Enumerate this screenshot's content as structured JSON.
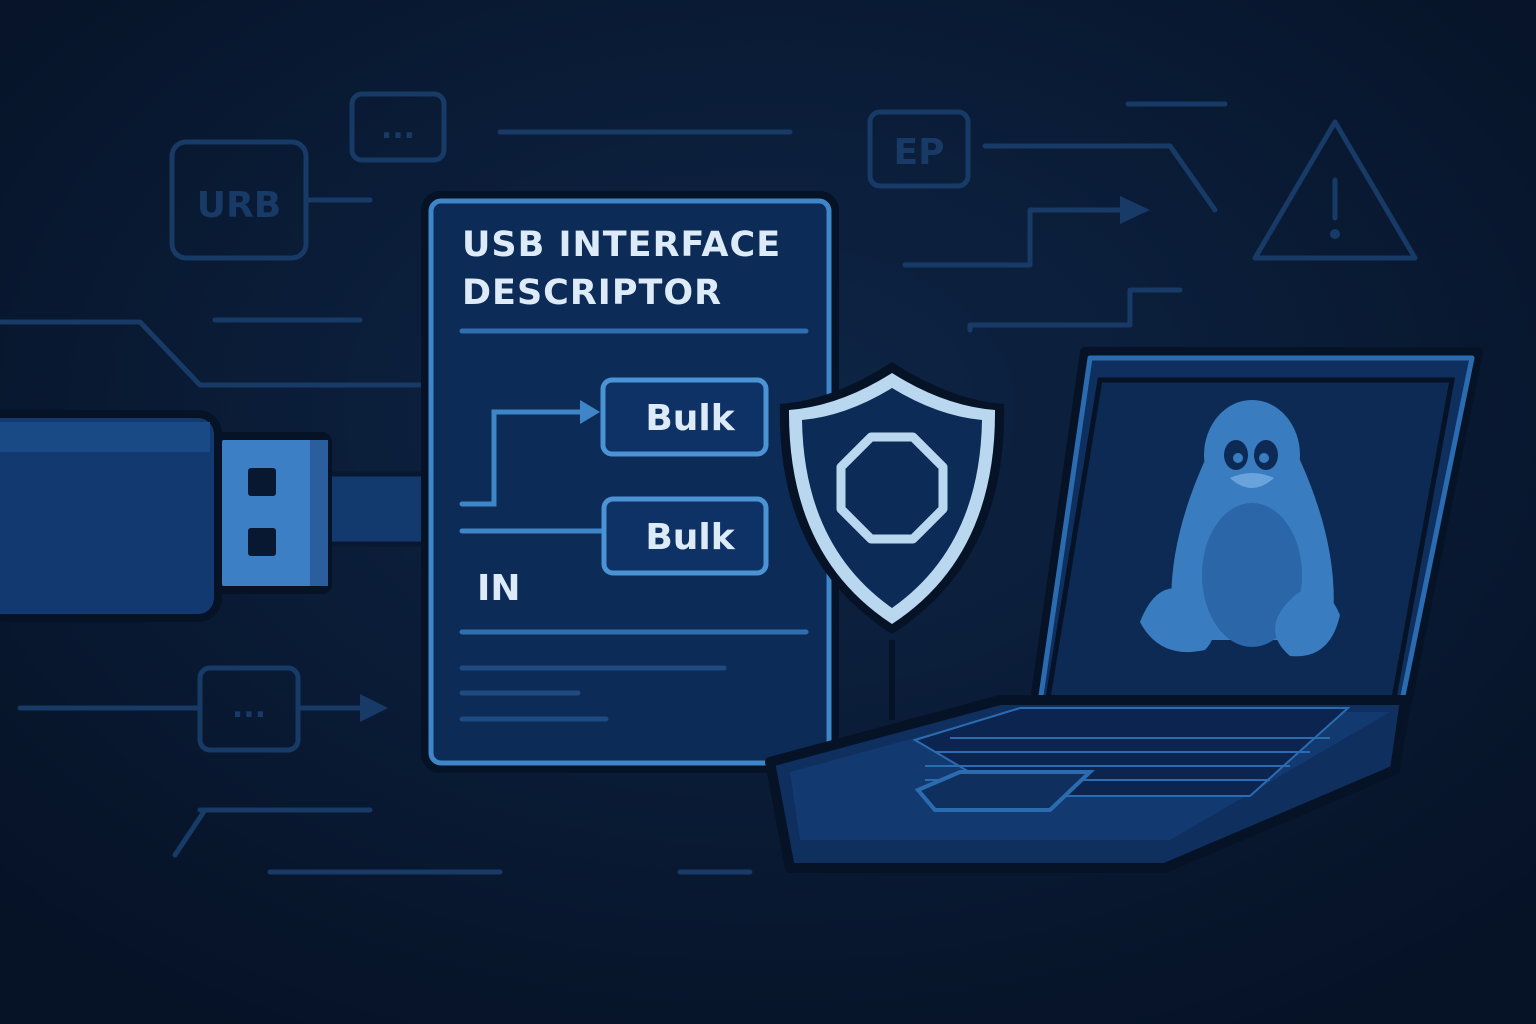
{
  "descriptor": {
    "title_line1": "USB INTERFACE",
    "title_line2": "DESCRIPTOR",
    "endpoint1": "Bulk",
    "endpoint2": "Bulk",
    "direction": "IN"
  },
  "background_labels": {
    "urb": "URB",
    "ep": "EP",
    "dots_top": "...",
    "dots_bottom": "..."
  },
  "icons": [
    "usb-plug-icon",
    "shield-stop-icon",
    "laptop-icon",
    "linux-penguin-icon",
    "warning-icon"
  ],
  "colors": {
    "background": "#081830",
    "panel": "#0d2b57",
    "accent": "#3f86c8",
    "text": "#dcebf7",
    "ghost": "#173a66"
  }
}
